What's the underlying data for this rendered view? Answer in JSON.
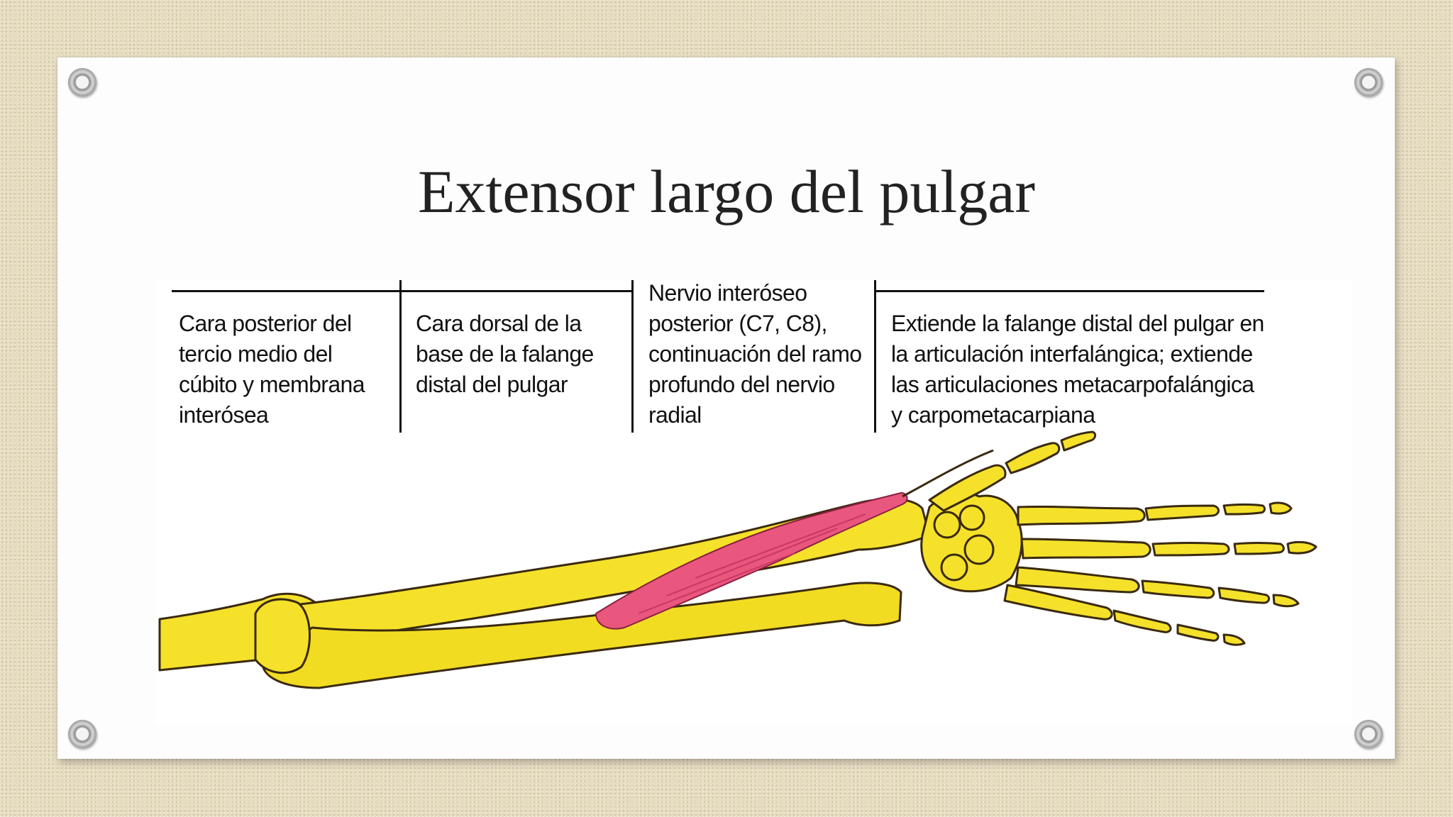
{
  "slide": {
    "title": "Extensor largo del pulgar",
    "accent_color": "#e0b35a"
  },
  "table": {
    "cells": [
      "Cara posterior del tercio medio del cúbito y membrana interósea",
      "Cara dorsal de la base de la falange distal del pulgar",
      "Nervio interóseo posterior (C7, C8), continuación del ramo profundo del nervio radial",
      "Extiende la falange distal del pulgar en la articulación interfalángica; extiende las articulaciones metacarpofalángica y carpometacarpiana"
    ]
  },
  "illustration": {
    "bone_color": "#f5e12a",
    "muscle_color": "#e9567e",
    "outline_color": "#3a2a10"
  }
}
